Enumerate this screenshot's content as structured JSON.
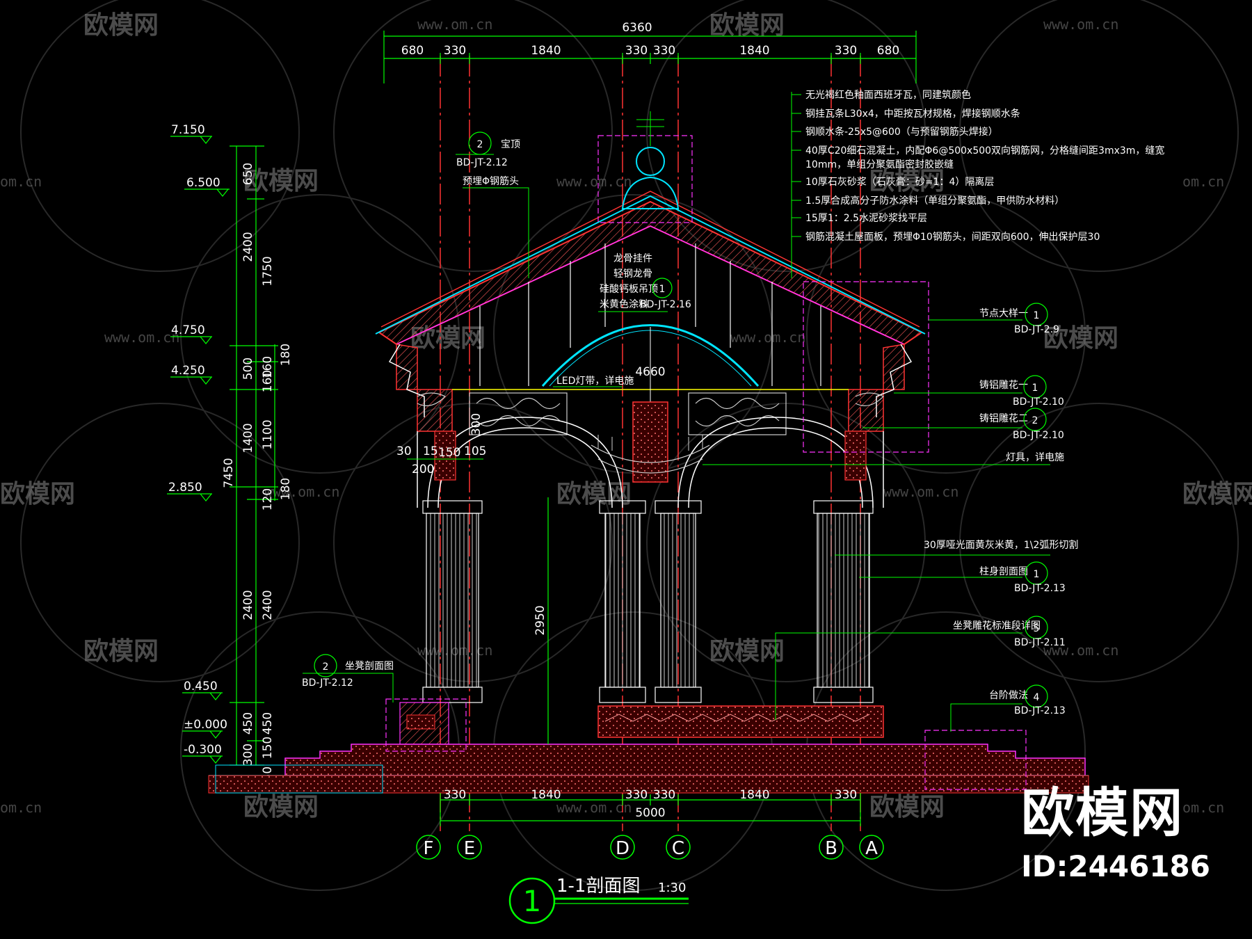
{
  "drawing": {
    "title": "1-1剖面图",
    "scale": "1:30",
    "title_number": "1",
    "overall_top": "6360",
    "overall_bottom": "5000",
    "span_center": "4660",
    "top_dims": [
      "680",
      "330",
      "1840",
      "330",
      "330",
      "1840",
      "330",
      "680"
    ],
    "bottom_dims": [
      "330",
      "1840",
      "330",
      "330",
      "1840",
      "330"
    ],
    "elevations": [
      "7.150",
      "6.500",
      "4.750",
      "4.250",
      "2.850",
      "0.450",
      "±0.000",
      "-0.300"
    ],
    "left_dims_outer": [
      "650",
      "2400",
      "500",
      "1400",
      "2400",
      "450",
      "300"
    ],
    "left_dims_inner": [
      "1750",
      "160",
      "160",
      "1100",
      "120",
      "2400",
      "450",
      "150",
      "150"
    ],
    "left_dims_far": [
      "180",
      "180"
    ],
    "total_height": "7450",
    "column_height": "2950",
    "small_dims": [
      "30",
      "15",
      "150",
      "105",
      "200",
      "300"
    ],
    "axes": [
      "F",
      "E",
      "D",
      "C",
      "B",
      "A"
    ]
  },
  "notes": [
    "无光褐红色釉面西班牙瓦，同建筑颜色",
    "钢挂瓦条L30x4，中距按瓦材规格，焊接钢顺水条",
    "钢顺水条-25x5@600（与预留钢筋头焊接）",
    "40厚C20细石混凝土，内配Φ6@500x500双向钢筋网，分格缝间距3mx3m，缝宽",
    "10mm，单组分聚氨酯密封胶嵌缝",
    "10厚石灰砂浆（石灰膏：砂=1：4）隔离层",
    "1.5厚合成高分子防水涂料（单组分聚氨酯，甲供防水材料）",
    "15厚1：2.5水泥砂浆找平层",
    "钢筋混凝土屋面板，预埋Φ10钢筋头，间距双向600，伸出保护层30"
  ],
  "callouts": [
    {
      "label": "宝顶",
      "num": "2",
      "ref": "BD-JT-2.12"
    },
    {
      "label": "预埋Φ钢筋头",
      "num": "",
      "ref": ""
    },
    {
      "label": "龙骨挂件",
      "num": "",
      "ref": ""
    },
    {
      "label": "轻钢龙骨",
      "num": "",
      "ref": ""
    },
    {
      "label": "硅酸钙板吊顶",
      "num": "1",
      "ref": ""
    },
    {
      "label": "米黄色涂料",
      "num": "",
      "ref": "BD-JT-2.16"
    },
    {
      "label": "LED灯带，详电施",
      "num": "",
      "ref": ""
    },
    {
      "label": "节点大样一",
      "num": "1",
      "ref": "BD-JT-2.9"
    },
    {
      "label": "铸铝雕花一",
      "num": "1",
      "ref": "BD-JT-2.10"
    },
    {
      "label": "铸铝雕花二",
      "num": "2",
      "ref": "BD-JT-2.10"
    },
    {
      "label": "灯具，详电施",
      "num": "",
      "ref": ""
    },
    {
      "label": "30厚哑光面黄灰米黄，1\\2弧形切割",
      "num": "",
      "ref": ""
    },
    {
      "label": "柱身剖面图",
      "num": "1",
      "ref": "BD-JT-2.13"
    },
    {
      "label": "坐凳雕花标准段详图",
      "num": "5",
      "ref": "BD-JT-2.11"
    },
    {
      "label": "台阶做法",
      "num": "4",
      "ref": "BD-JT-2.13"
    },
    {
      "label": "坐凳剖面图",
      "num": "2",
      "ref": "BD-JT-2.12"
    }
  ],
  "watermark": {
    "brand": "欧模网",
    "url": "www.om.cn",
    "url_short": "om.cn",
    "id": "ID:2446186"
  },
  "colors": {
    "background": "#000000",
    "dimension": "#00ff00",
    "axis": "#ff3333",
    "section": "#ff3333",
    "finish": "#00e5ff",
    "hatch": "#ff6666",
    "magenta": "#ff33ff",
    "white": "#ffffff"
  }
}
